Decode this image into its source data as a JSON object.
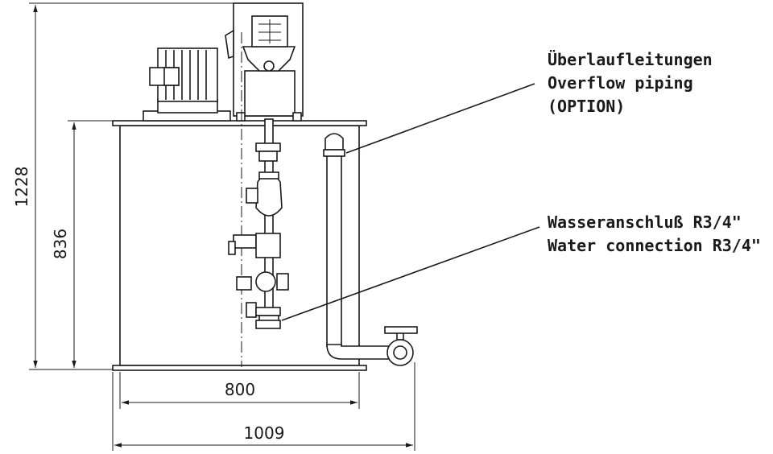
{
  "dimensions": {
    "total_height": "1228",
    "tank_height": "836",
    "tank_width": "800",
    "total_width": "1009"
  },
  "callouts": {
    "overflow": {
      "line_de": "Überlaufleitungen",
      "line_en": "Overflow piping",
      "line_opt": "(OPTION)"
    },
    "water": {
      "line_de": "Wasseranschluß R3/4\"",
      "line_en": "Water connection R3/4\""
    }
  }
}
